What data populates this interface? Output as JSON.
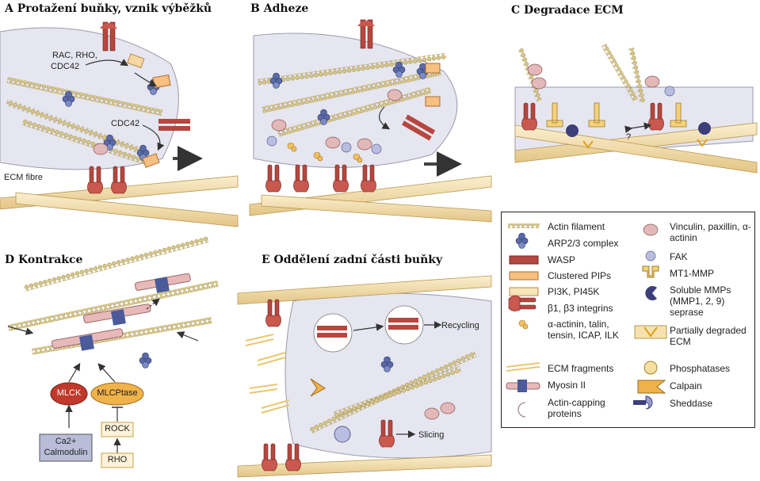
{
  "panels": {
    "a": {
      "title": "A Protažení buňky, vznik výběžků",
      "labels": [
        "RAC, RHO,",
        "CDC42",
        "CDC42",
        "ECM fibre"
      ]
    },
    "b": {
      "title": "B Adheze"
    },
    "c": {
      "title": "C Degradace ECM",
      "labels": [
        "?"
      ]
    },
    "d": {
      "title": "D Kontrakce",
      "mlck": "MLCK",
      "mlcptase": "MLCPtase",
      "rock": "ROCK",
      "calmodulin_top": "Ca2+",
      "calmodulin_bottom": "Calmodulin",
      "rho": "RHO"
    },
    "e": {
      "title": "E Oddělení zadní části buňky",
      "recycling": "Recycling",
      "slicing": "Slicing"
    }
  },
  "legend": {
    "left": [
      "Actin filament",
      "ARP2/3 complex",
      "WASP",
      "Clustered PIPs",
      "PI3K, PI45K",
      "β1, β3 integrins",
      "α-actinin, talin, tensin, ICAP, ILK",
      "ECM fragments",
      "Myosin II",
      "Actin-capping proteins"
    ],
    "right": [
      "Vinculin, paxillin, α-actinin",
      "FAK",
      "MT1-MMP",
      "Soluble MMPs (MMP1, 2, 9) seprase",
      "Partially degraded ECM",
      "Phosphatases",
      "Calpain",
      "Sheddase"
    ]
  },
  "colors": {
    "cell": "#e6e6f0",
    "integrin": "#b5473f",
    "ecm": "#f2ddb0",
    "actin": "#d9c88a",
    "arp": "#5a6aa8",
    "mlcptase": "#f0b24a",
    "mlck": "#c0392b"
  }
}
